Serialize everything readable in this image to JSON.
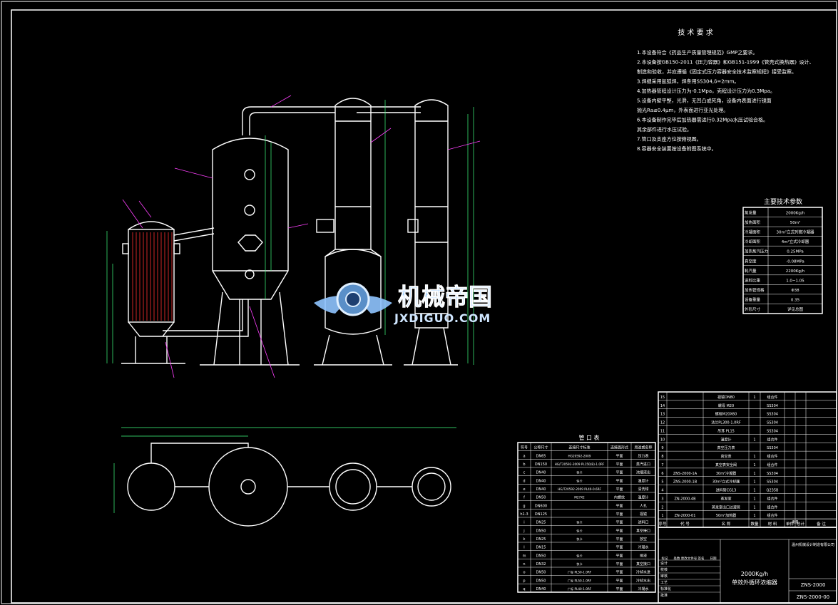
{
  "tech_requirements": {
    "title": "技 术 要 求",
    "lines": [
      "1.本设备符合《药品生产质量管理规范》GMP之要求。",
      "2.本设备按GB150-2011《压力容器》和GB151-1999《管壳式换热器》设计、",
      "   制造和验收，并应遵循《固定式压力容器安全技术监察规程》接受监察。",
      "3.焊缝采用氩弧焊，焊条用SS304,δ=2mm。",
      "4.加热器管程设计压力为-0.1Mpa，壳程设计压力为0.3Mpa。",
      "5.设备内壁平整，光滑，无凹凸或死角，设备内表面进行镜面",
      "   抛光Ra≤0.4μm，外表面进行亚光处理。",
      "6.本设备制作完毕后加热器需进行0.32Mpa水压试验合格。",
      "   其余部件进行水压试验。",
      "7.管口及支座方位按俯视图。",
      "8.容器安全装置按设备附图系统中。"
    ]
  },
  "main_params": {
    "title": "主要技术参数",
    "rows": [
      [
        "蒸发量",
        "2000Kg/h"
      ],
      [
        "加热面积",
        "50m²"
      ],
      [
        "冷凝面积",
        "30m²立式列管冷凝器"
      ],
      [
        "冷却面积",
        "4m²立式冷却器"
      ],
      [
        "加热蒸汽压力",
        "0.25MPa"
      ],
      [
        "真空度",
        "-0.08MPa"
      ],
      [
        "耗汽量",
        "2200Kg/h"
      ],
      [
        "进料比重",
        "1.0~1.05"
      ],
      [
        "加热管规格",
        "Φ38"
      ],
      [
        "设备重量",
        "0.35"
      ],
      [
        "外形尺寸",
        "详见总图"
      ]
    ]
  },
  "nozzle_table": {
    "title": "管 口 表",
    "headers": [
      "符号",
      "公称尺寸",
      "连接尺寸标准",
      "连接面形式",
      "用途或名称"
    ],
    "rows": [
      [
        "a",
        "DN65",
        "HG20592-2009",
        "平面",
        "压力表"
      ],
      [
        "b",
        "DN150",
        "HG/T20592-2009 PL150(B)-1.0RF",
        "平面",
        "蒸汽进口"
      ],
      [
        "c",
        "DN40",
        "快卡",
        "平面",
        "浓缩液出"
      ],
      [
        "d",
        "DN40",
        "快卡",
        "平面",
        "温度计"
      ],
      [
        "e",
        "DN40",
        "HG/T20592-2009 PL40-0.6RF",
        "平面",
        "清洗球"
      ],
      [
        "f",
        "DN50",
        "M27X2",
        "内螺纹",
        "温度计"
      ],
      [
        "g",
        "DN600",
        "",
        "平面",
        "人孔"
      ],
      [
        "h1-3",
        "DN125",
        "",
        "平面",
        "视镜"
      ],
      [
        "i",
        "DN25",
        "快卡",
        "平面",
        "进料口"
      ],
      [
        "j",
        "DN50",
        "快卡",
        "平面",
        "真空接口"
      ],
      [
        "k",
        "DN25",
        "快卡",
        "平面",
        "放空"
      ],
      [
        "l",
        "DN15",
        "",
        "平面",
        "冷凝水"
      ],
      [
        "m",
        "DN50",
        "快卡",
        "平面",
        "排液"
      ],
      [
        "n",
        "DN32",
        "快卡",
        "平面",
        "真空接口"
      ],
      [
        "o",
        "DN50",
        "广标 PL50-1.0RF",
        "平面",
        "冷却水进"
      ],
      [
        "p",
        "DN50",
        "广标 PL50-1.0RF",
        "平面",
        "冷却水出"
      ],
      [
        "q",
        "DN40",
        "广标 PL40-1.0RF",
        "平面",
        "冷凝水"
      ]
    ]
  },
  "parts_list": {
    "rows": [
      [
        "15",
        "",
        "视镜DN80",
        "1",
        "组合件"
      ],
      [
        "14",
        "",
        "螺母 M20",
        "",
        "SS304"
      ],
      [
        "13",
        "",
        "螺栓M20X60",
        "",
        "SS304"
      ],
      [
        "12",
        "",
        "法兰PL300-1.0RF",
        "",
        "SS304"
      ],
      [
        "11",
        "",
        "吊耳 PL15",
        "",
        "SS304"
      ],
      [
        "10",
        "",
        "温度计",
        "1",
        "组合件"
      ],
      [
        "9",
        "",
        "真空压力表",
        "",
        "SS304"
      ],
      [
        "8",
        "",
        "真空表",
        "1",
        "组合件"
      ],
      [
        "7",
        "",
        "真空表安全阀",
        "1",
        "组合件"
      ],
      [
        "6",
        "ZNS-2000-1A",
        "30m²冷凝器",
        "1",
        "SS304"
      ],
      [
        "5",
        "ZNS-2000-1B",
        "30m²立式冷却器",
        "1",
        "SS304"
      ],
      [
        "4",
        "",
        "进料管CG13",
        "1",
        "Q235B"
      ],
      [
        "3",
        "ZN-2000-4B",
        "蒸发室",
        "1",
        "组合件"
      ],
      [
        "2",
        "",
        "蒸发室出口过渡管",
        "1",
        "组合件"
      ],
      [
        "1",
        "ZN-2000-01",
        "50m²加热器",
        "1",
        "组合件"
      ]
    ],
    "headers": [
      "序号",
      "代 号",
      "名 称",
      "数量",
      "材 料",
      "单件",
      "总计",
      "备 注"
    ],
    "weight_label": "重量"
  },
  "title_block": {
    "title_main": "2000Kg/h",
    "title_sub": "单效外循环浓缩器",
    "company": "温州机械设计制造有限公司",
    "drawing_no": "ZNS-2000-00",
    "drawing_no2": "ZNS-2000",
    "rows": [
      "设计",
      "校核",
      "审核",
      "工艺",
      "标准化",
      "批准"
    ],
    "cols": [
      "标记",
      "处数",
      "更改文件号",
      "签名",
      "日期"
    ]
  },
  "watermark": {
    "cn": "机械帝国",
    "en": "JXDIGUO.COM"
  },
  "colors": {
    "background": "#000000",
    "frame": "#ffffff",
    "leader": "#ff40ff",
    "dimension": "#40ff80",
    "hatch": "#ff3030",
    "accent_cyan": "#00e5ff"
  }
}
